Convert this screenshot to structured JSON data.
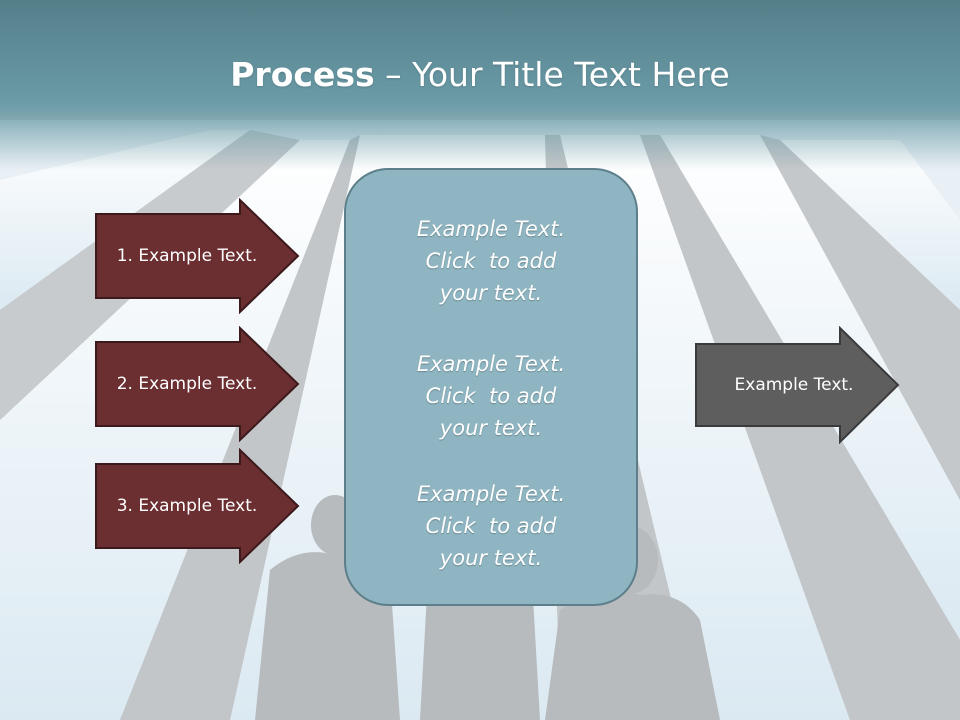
{
  "slide": {
    "title_bold": "Process",
    "title_rest": " – Your Title Text Here",
    "steps": [
      {
        "label": "1. Example Text."
      },
      {
        "label": "2. Example Text."
      },
      {
        "label": "3. Example Text."
      }
    ],
    "panel_blocks": [
      {
        "line1": "Example Text.",
        "line2": "Click  to add",
        "line3": "your text."
      },
      {
        "line1": "Example Text.",
        "line2": "Click  to add",
        "line3": "your text."
      },
      {
        "line1": "Example Text.",
        "line2": "Click  to add",
        "line3": "your text."
      }
    ],
    "output": {
      "label": "Example Text."
    }
  },
  "colors": {
    "header": "#5d8f9a",
    "step_arrow": "#6b2e31",
    "output_arrow": "#5e5e5e",
    "panel": "#8eb5c1"
  }
}
